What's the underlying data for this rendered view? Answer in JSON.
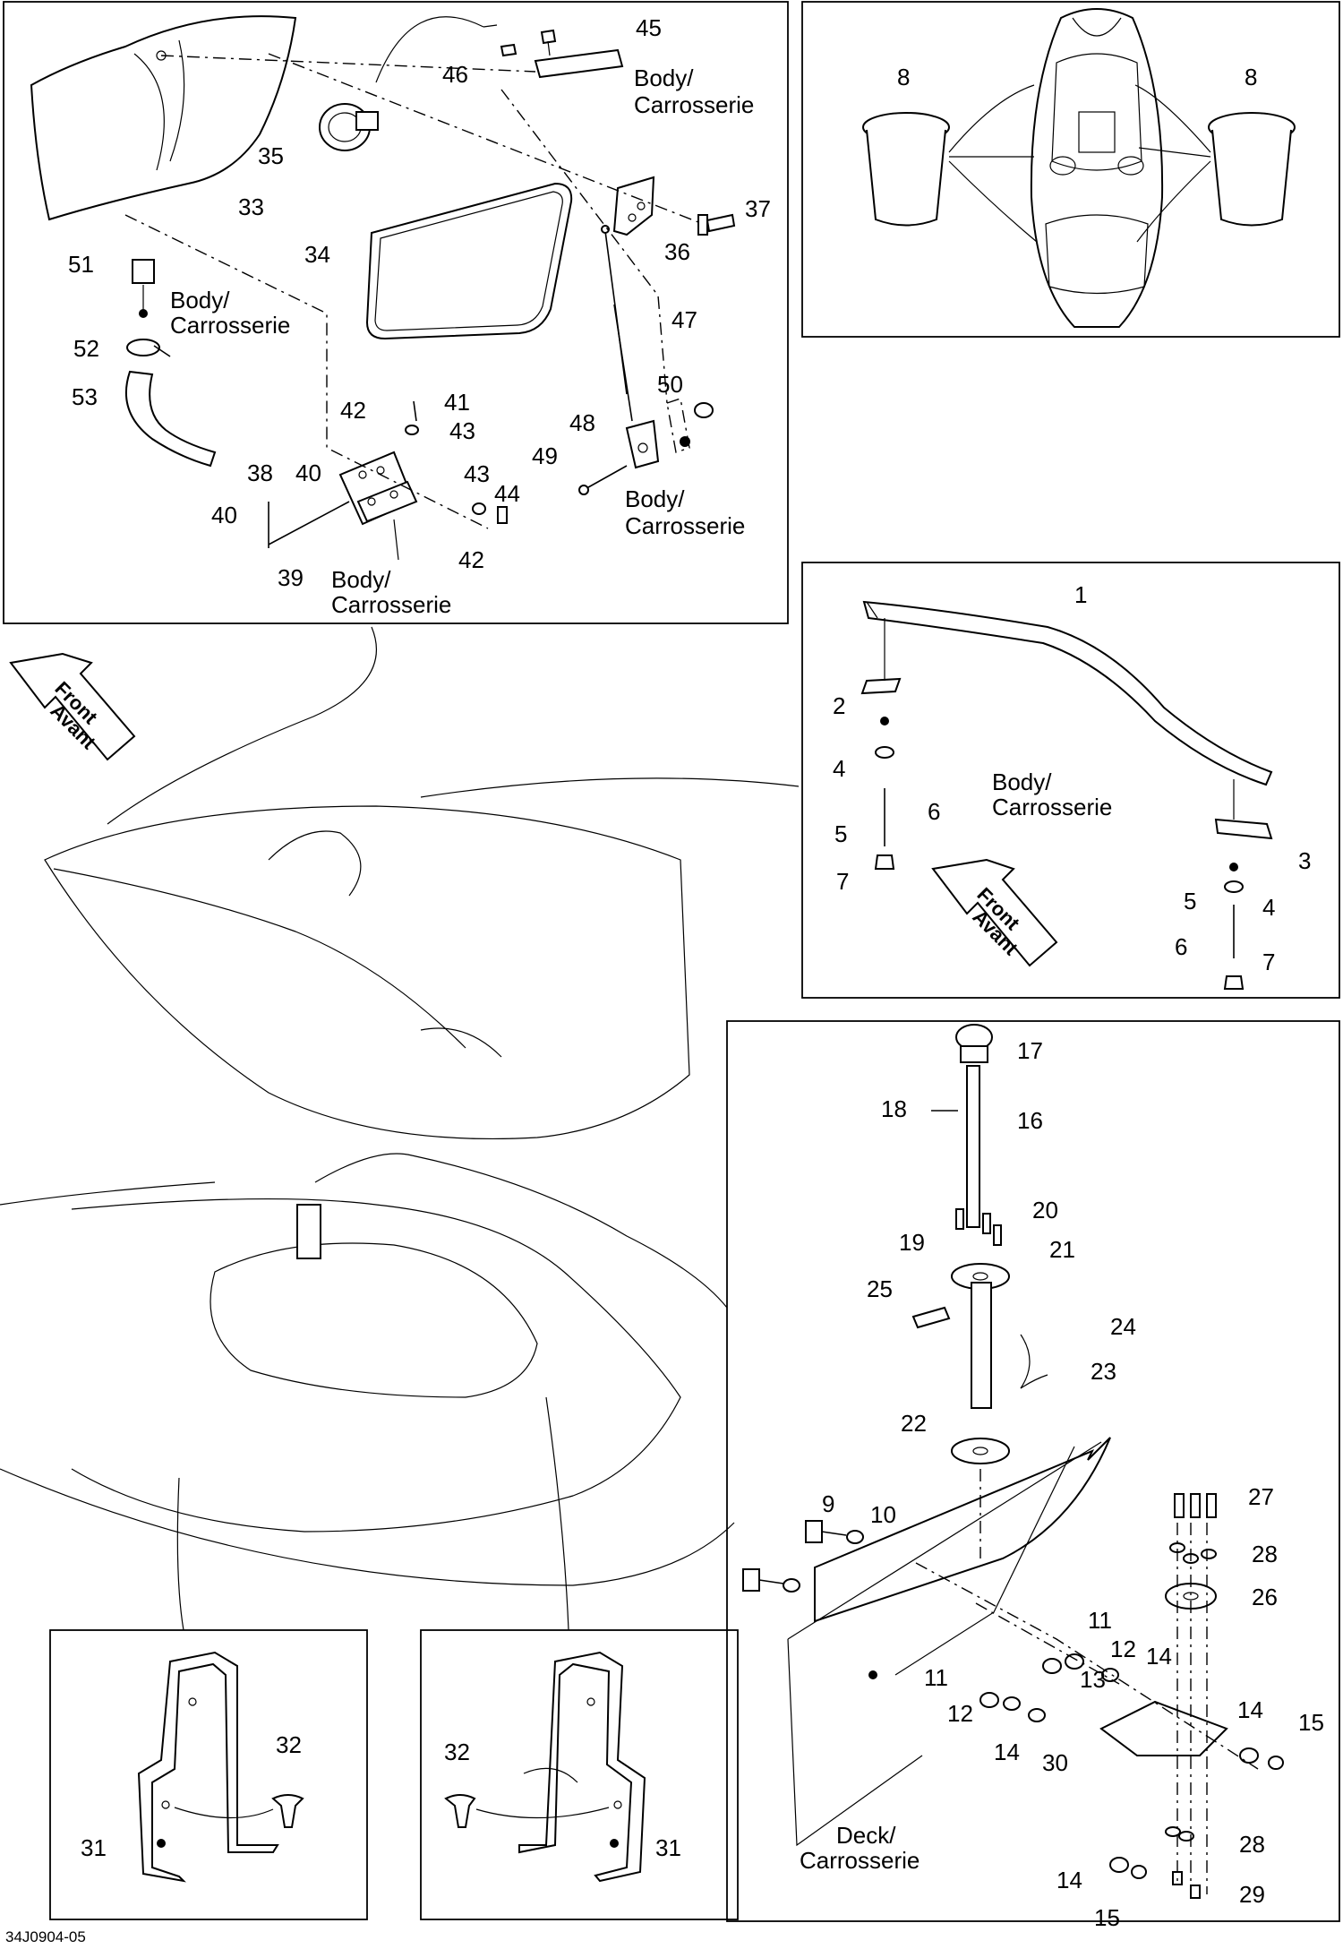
{
  "drawing_code": "34J0904-05",
  "front_arrow": {
    "line1": "Front",
    "line2": "Avant"
  },
  "callouts": {
    "p1": "1",
    "p2": "2",
    "p3": "3",
    "p4a": "4",
    "p4b": "4",
    "p5a": "5",
    "p5b": "5",
    "p6a": "6",
    "p6b": "6",
    "p7a": "7",
    "p7b": "7",
    "p8a": "8",
    "p8b": "8",
    "p9": "9",
    "p10": "10",
    "p11a": "11",
    "p11b": "11",
    "p12a": "12",
    "p12b": "12",
    "p13": "13",
    "p14a": "14",
    "p14b": "14",
    "p14c": "14",
    "p14d": "14",
    "p15a": "15",
    "p15b": "15",
    "p16": "16",
    "p17": "17",
    "p18": "18",
    "p19": "19",
    "p20": "20",
    "p21": "21",
    "p22": "22",
    "p23": "23",
    "p24": "24",
    "p25": "25",
    "p26": "26",
    "p27": "27",
    "p28a": "28",
    "p28b": "28",
    "p29": "29",
    "p30": "30",
    "p31a": "31",
    "p31b": "31",
    "p32a": "32",
    "p32b": "32",
    "p33": "33",
    "p34": "34",
    "p35": "35",
    "p36": "36",
    "p37": "37",
    "p38": "38",
    "p39": "39",
    "p40a": "40",
    "p40b": "40",
    "p41": "41",
    "p42a": "42",
    "p42b": "42",
    "p43a": "43",
    "p43b": "43",
    "p44": "44",
    "p45": "45",
    "p46": "46",
    "p47": "47",
    "p48": "48",
    "p49": "49",
    "p50": "50",
    "p51": "51",
    "p52": "52",
    "p53": "53"
  },
  "labels": {
    "body_en": "Body/",
    "body_fr": "Carrosserie",
    "deck_en": "Deck/",
    "deck_fr": "Carrosserie"
  },
  "colors": {
    "ink": "#000000",
    "paper": "#ffffff",
    "fill": "#e6e6e6"
  }
}
